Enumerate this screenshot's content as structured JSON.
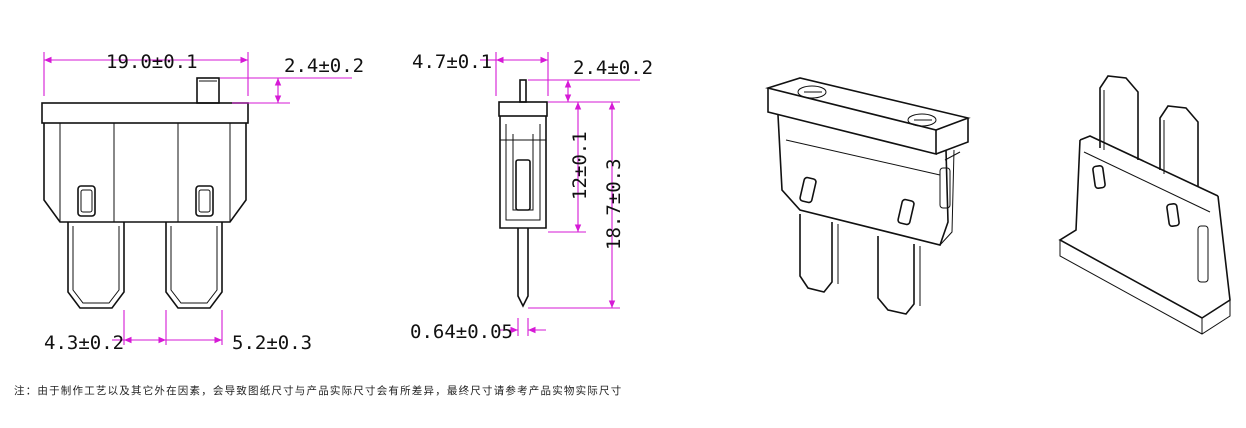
{
  "dimensions": {
    "top_width": "19.0±0.1",
    "tab_height_front": "2.4±0.2",
    "side_thickness": "4.7±0.1",
    "tab_height_side": "2.4±0.2",
    "inner_height": "12±0.1",
    "total_height": "18.7±0.3",
    "blade_thickness": "0.64±0.05",
    "blade_width": "4.3±0.2",
    "blade_gap": "5.2±0.3"
  },
  "note": "注：由于制作工艺以及其它外在因素，会导致图纸尺寸与产品实际尺寸会有所差异，最终尺寸请参考产品实物实际尺寸",
  "colors": {
    "dimension": "#d61ad6",
    "outline": "#111111"
  }
}
